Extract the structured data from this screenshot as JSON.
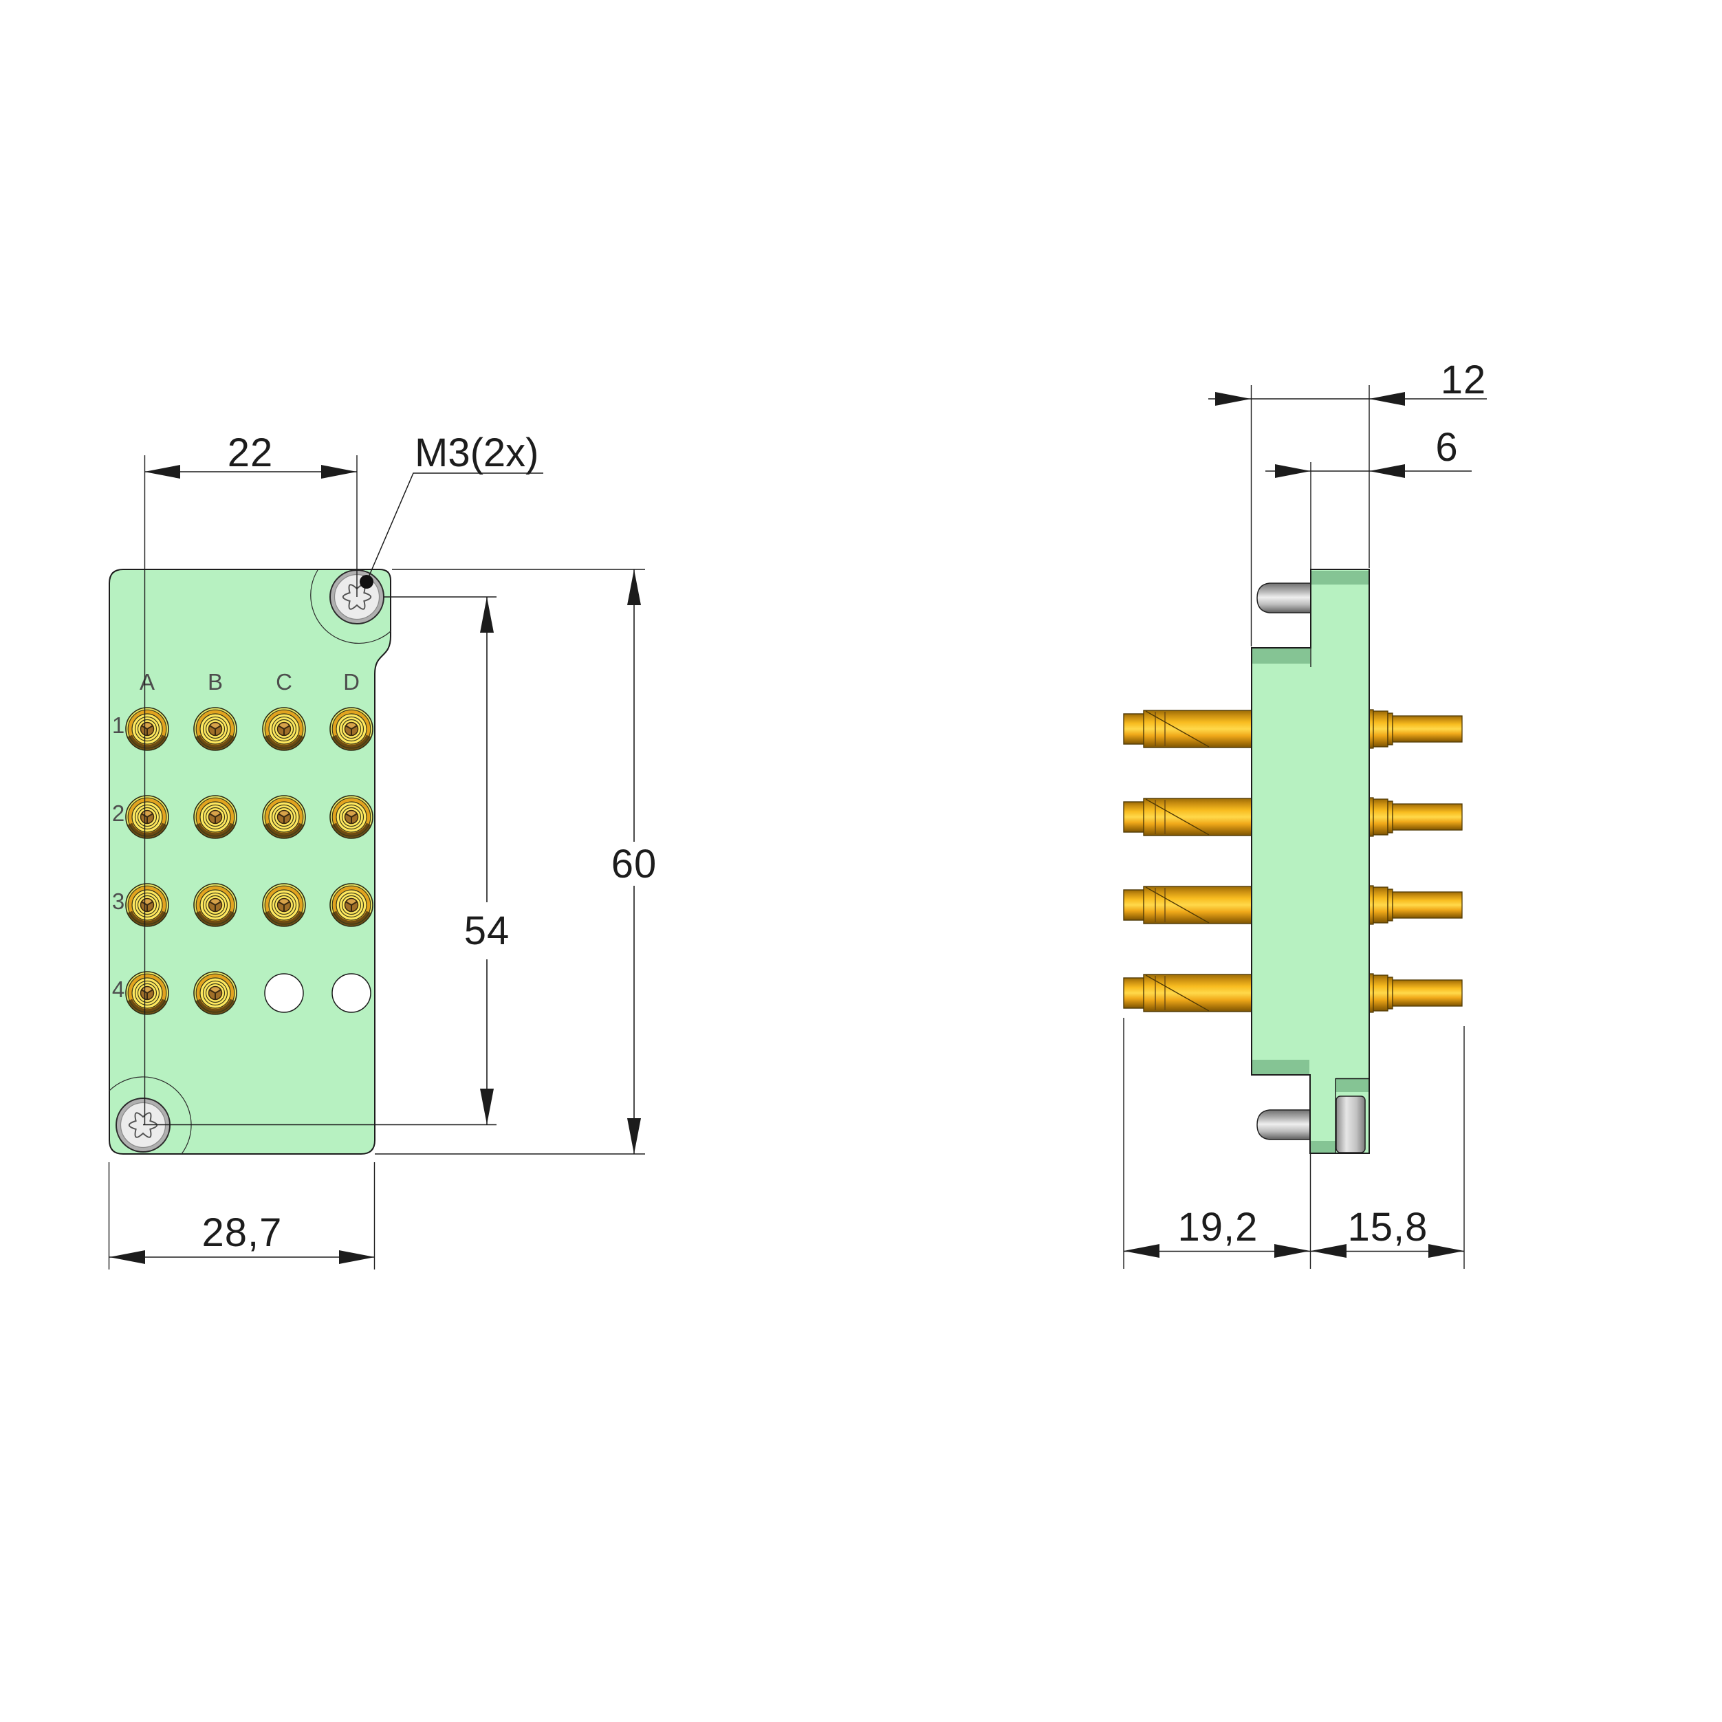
{
  "drawing_type": "technical-drawing-connector",
  "front": {
    "dim_pitch": "22",
    "thread_label": "M3(2x)",
    "dim_height": "60",
    "dim_screw_span": "54",
    "dim_width": "28,7",
    "col_labels": [
      "A",
      "B",
      "C",
      "D"
    ],
    "row_labels": [
      "1",
      "2",
      "3",
      "4"
    ]
  },
  "side": {
    "dim_depth": "12",
    "dim_flange": "6",
    "dim_pin_left": "19,2",
    "dim_pin_right": "15,8"
  },
  "colors": {
    "body_green": "#b7f1c1",
    "body_green_shadow": "#85c494",
    "contact_gold_bright": "#ffd94a",
    "contact_gold_dark": "#8a5c05",
    "socket_pale_yellow": "#edea68",
    "socket_orange_ring": "#e2a41f",
    "socket_center_brown": "#a06f28",
    "metal_gray_light": "#efefef",
    "metal_gray_dark": "#6f6f6f",
    "line_color": "#1c1c1c"
  }
}
